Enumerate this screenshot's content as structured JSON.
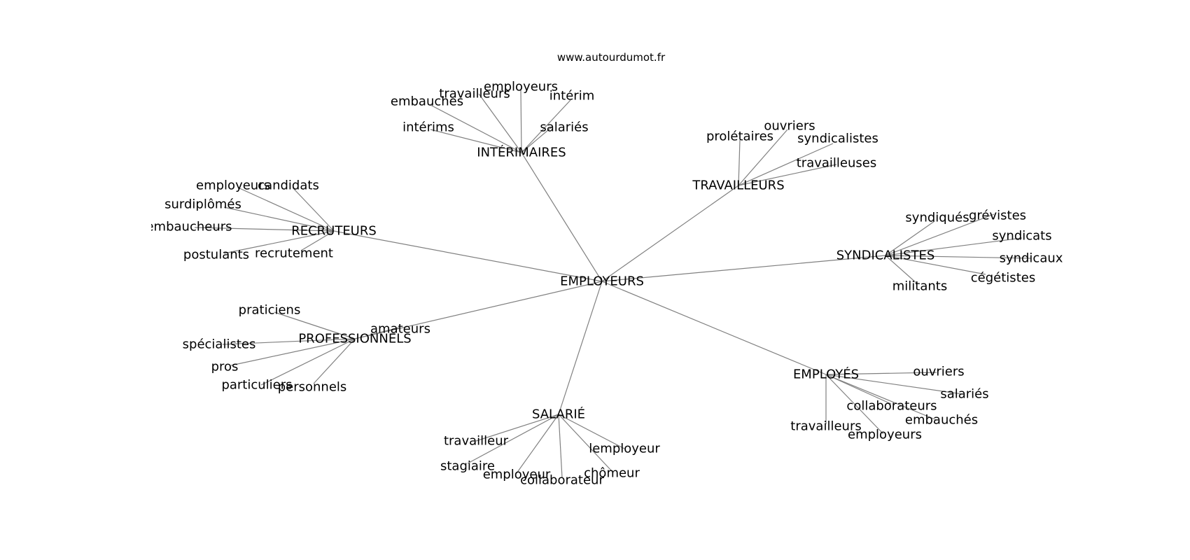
{
  "site_label": "www.autourdumot.fr",
  "colors": {
    "background": "#ffffff",
    "edge": "#808080",
    "text": "#000000"
  },
  "center": {
    "id": "employeurs",
    "label": "EMPLOYEURS"
  },
  "clusters": [
    {
      "id": "interimaires",
      "label": "INTÉRIMAIRES",
      "leaves": [
        {
          "id": "embauches",
          "label": "embauches"
        },
        {
          "id": "travailleurs",
          "label": "travailleurs"
        },
        {
          "id": "employeurs",
          "label": "employeurs"
        },
        {
          "id": "interim",
          "label": "intérim"
        },
        {
          "id": "interims",
          "label": "intérims"
        },
        {
          "id": "salaries",
          "label": "salariés"
        }
      ]
    },
    {
      "id": "travailleurs",
      "label": "TRAVAILLEURS",
      "leaves": [
        {
          "id": "proletaires",
          "label": "prolétaires"
        },
        {
          "id": "ouvriers",
          "label": "ouvriers"
        },
        {
          "id": "syndicalistes",
          "label": "syndicalistes"
        },
        {
          "id": "travailleuses",
          "label": "travailleuses"
        }
      ]
    },
    {
      "id": "recruteurs",
      "label": "RECRUTEURS",
      "leaves": [
        {
          "id": "employeurs",
          "label": "employeurs"
        },
        {
          "id": "candidats",
          "label": "candidats"
        },
        {
          "id": "surdiplomes",
          "label": "surdiplômés"
        },
        {
          "id": "embaucheurs",
          "label": "embaucheurs"
        },
        {
          "id": "postulants",
          "label": "postulants"
        },
        {
          "id": "recrutement",
          "label": "recrutement"
        }
      ]
    },
    {
      "id": "syndicalistes",
      "label": "SYNDICALISTES",
      "leaves": [
        {
          "id": "syndiques",
          "label": "syndiqués"
        },
        {
          "id": "grevistes",
          "label": "grévistes"
        },
        {
          "id": "syndicats",
          "label": "syndicats"
        },
        {
          "id": "syndicaux",
          "label": "syndicaux"
        },
        {
          "id": "cegetistes",
          "label": "cégétistes"
        },
        {
          "id": "militants",
          "label": "militants"
        }
      ]
    },
    {
      "id": "professionnels",
      "label": "PROFESSIONNELS",
      "leaves": [
        {
          "id": "praticiens",
          "label": "praticiens"
        },
        {
          "id": "amateurs",
          "label": "amateurs"
        },
        {
          "id": "specialistes",
          "label": "spécialistes"
        },
        {
          "id": "pros",
          "label": "pros"
        },
        {
          "id": "particuliers",
          "label": "particuliers"
        },
        {
          "id": "personnels",
          "label": "personnels"
        }
      ]
    },
    {
      "id": "employes",
      "label": "EMPLOYÉS",
      "leaves": [
        {
          "id": "ouvriers",
          "label": "ouvriers"
        },
        {
          "id": "salaries",
          "label": "salariés"
        },
        {
          "id": "collaborateurs",
          "label": "collaborateurs"
        },
        {
          "id": "embauches",
          "label": "embauchés"
        },
        {
          "id": "travailleurs",
          "label": "travailleurs"
        },
        {
          "id": "employeurs",
          "label": "employeurs"
        }
      ]
    },
    {
      "id": "salarie",
      "label": "SALARIÉ",
      "leaves": [
        {
          "id": "travailleur",
          "label": "travailleur"
        },
        {
          "id": "lemployeur",
          "label": "lemployeur"
        },
        {
          "id": "stagiaire",
          "label": "stagiaire"
        },
        {
          "id": "employeur",
          "label": "employeur"
        },
        {
          "id": "collaborateur",
          "label": "collaborateur"
        },
        {
          "id": "chomeur",
          "label": "chômeur"
        }
      ]
    }
  ]
}
